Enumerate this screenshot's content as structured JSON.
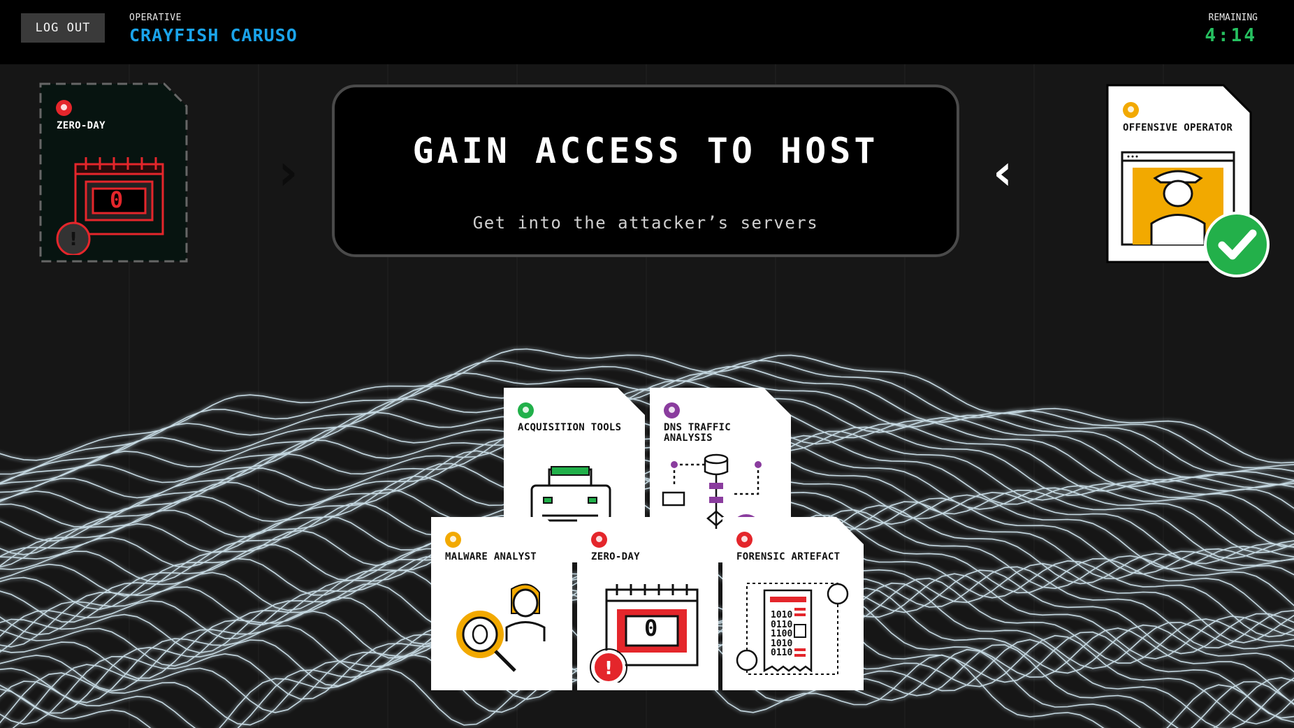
{
  "topbar": {
    "logout_label": "LOG OUT",
    "operative_label": "OPERATIVE",
    "operative_name": "CRAYFISH CARUSO",
    "remaining_label": "REMAINING",
    "remaining_time": "4:14"
  },
  "mission": {
    "title": "GAIN ACCESS TO HOST",
    "subtitle": "Get into the attacker’s servers"
  },
  "colors": {
    "red": "#e4262b",
    "green": "#21b04a",
    "purple": "#8a3c9e",
    "orange": "#f2a900",
    "name_blue": "#1aa3ea",
    "timer_green": "#26c060"
  },
  "left_slot": {
    "title": "ZERO-DAY",
    "calendar_text": "0",
    "icon": "bulb-icon",
    "status": "warning"
  },
  "right_slot": {
    "title": "OFFENSIVE OPERATOR",
    "icon": "badge-icon",
    "status": "complete"
  },
  "hand": [
    {
      "title": "ACQUISITION TOOLS",
      "icon": "gear-icon"
    },
    {
      "title": "DNS TRAFFIC ANALYSIS",
      "icon": "tools-icon"
    },
    {
      "title": "MALWARE ANALYST",
      "icon": "badge-icon"
    },
    {
      "title": "ZERO-DAY",
      "icon": "bulb-icon",
      "calendar_text": "0"
    },
    {
      "title": "FORENSIC ARTEFACT",
      "icon": "bulb-icon",
      "binary_lines": [
        "1010",
        "0110",
        "1100",
        "1010",
        "0110"
      ]
    }
  ]
}
